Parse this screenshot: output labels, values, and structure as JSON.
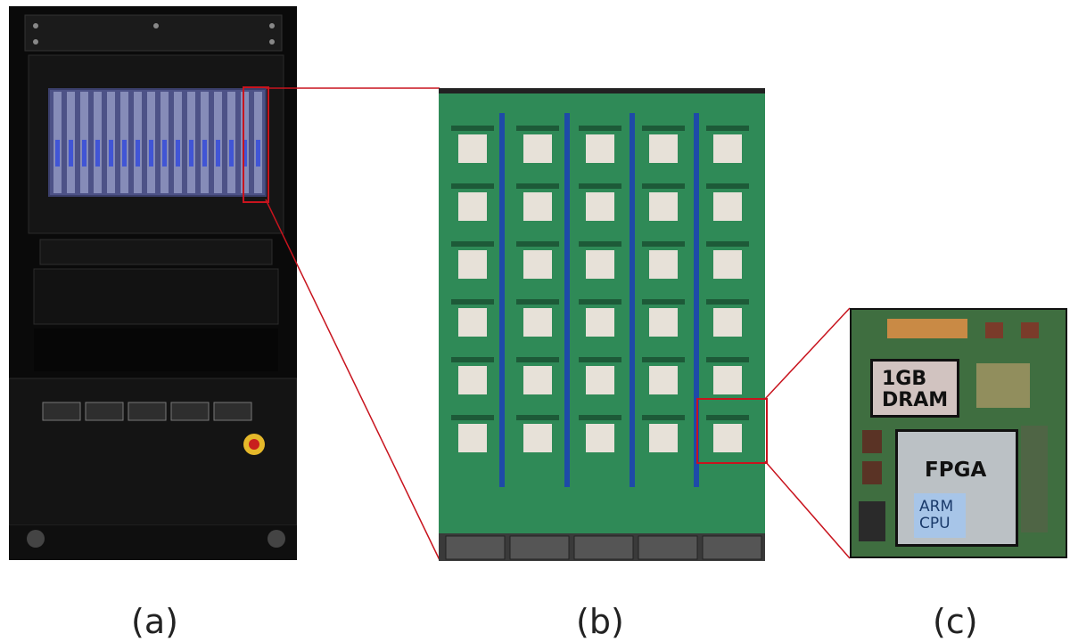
{
  "captions": {
    "a": "(a)",
    "b": "(b)",
    "c": "(c)"
  },
  "zoom_labels": {
    "dram_line1": "1GB",
    "dram_line2": "DRAM",
    "fpga": "FPGA",
    "arm_line1": "ARM",
    "arm_line2": "CPU"
  },
  "colors": {
    "highlight": "#c8141e",
    "pcb": "#2f8a57",
    "cabinet": "#0a0a0a",
    "chip": "#e7e1d8",
    "memory_rail": "#1e4aa8"
  }
}
